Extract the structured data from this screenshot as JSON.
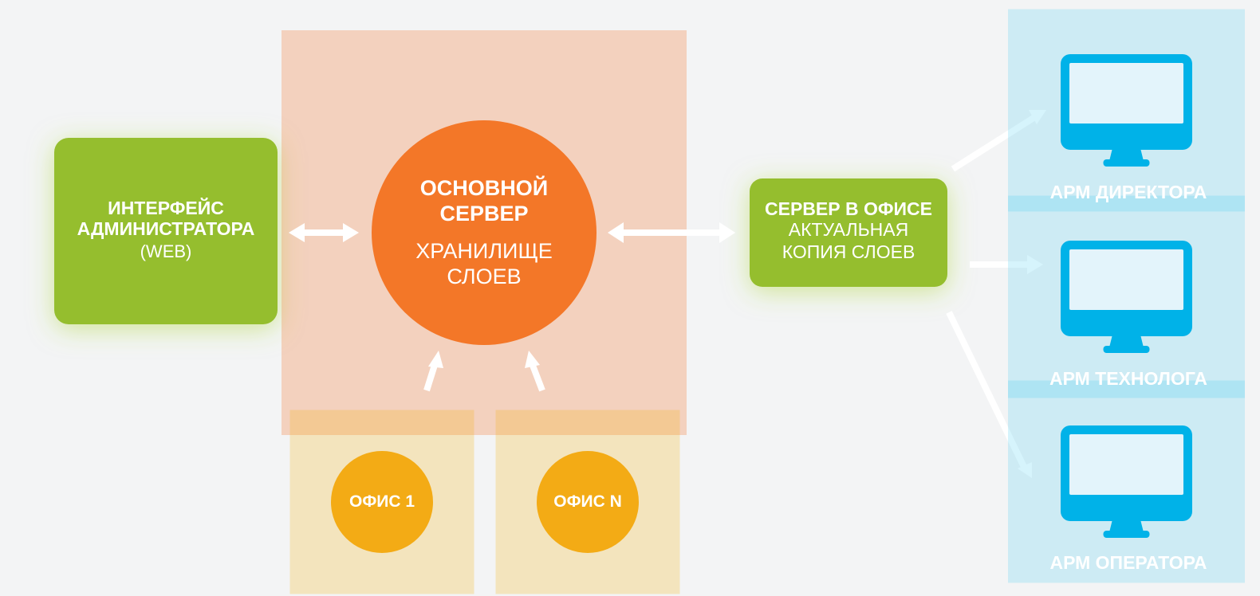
{
  "colors": {
    "admin": "#94c11f",
    "main_server": "#ff6f12",
    "office_server": "#94c11f",
    "office_nodes": "#ffab00",
    "workstation": "#00b2e8",
    "arrow": "#ffffff"
  },
  "admin": {
    "title_line1": "ИНТЕРФЕЙС",
    "title_line2": "АДМИНИСТРАТОРА",
    "subtitle": "(WEB)"
  },
  "main_server": {
    "title_line1": "ОСНОВНОЙ",
    "title_line2": "СЕРВЕР",
    "subtitle_line1": "ХРАНИЛИЩЕ",
    "subtitle_line2": "СЛОЕВ"
  },
  "office_server": {
    "title": "СЕРВЕР В ОФИСЕ",
    "subtitle_line1": "АКТУАЛЬНАЯ",
    "subtitle_line2": "КОПИЯ СЛОЕВ"
  },
  "offices": [
    {
      "label": "ОФИС 1"
    },
    {
      "label": "ОФИС N"
    }
  ],
  "workstations": [
    {
      "label": "АРМ ДИРЕКТОРА",
      "icon": "monitor-icon"
    },
    {
      "label": "АРМ ТЕХНОЛОГА",
      "icon": "monitor-icon"
    },
    {
      "label": "АРМ ОПЕРАТОРА",
      "icon": "monitor-icon"
    }
  ]
}
